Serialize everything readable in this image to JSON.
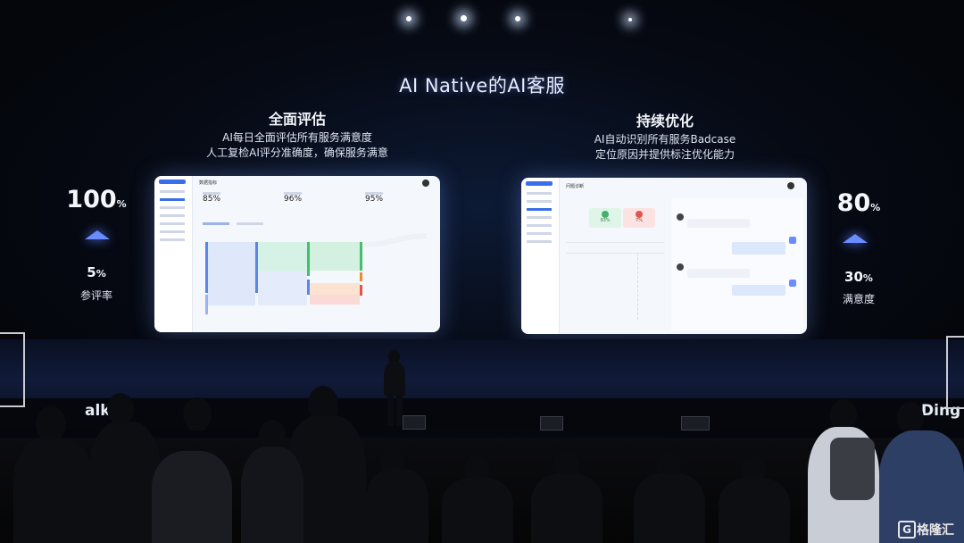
{
  "slide": {
    "title": "AI Native的AI客服",
    "left_section": {
      "heading": "全面评估",
      "desc_line1": "AI每日全面评估所有服务满意度",
      "desc_line2": "人工复检AI评分准确度，确保服务满意"
    },
    "right_section": {
      "heading": "持续优化",
      "desc_line1": "AI自动识别所有服务Badcase",
      "desc_line2": "定位原因并提供标注优化能力"
    },
    "left_metrics": {
      "big_value": "100",
      "big_unit": "%",
      "small_value": "5",
      "small_unit": "%",
      "small_label": "参评率"
    },
    "right_metrics": {
      "big_value": "80",
      "big_unit": "%",
      "small_value": "30",
      "small_unit": "%",
      "small_label": "满意度"
    },
    "left_screen": {
      "page_title": "数据指标",
      "stats": [
        {
          "value": "85%"
        },
        {
          "value": "96%"
        },
        {
          "value": "95%"
        }
      ]
    },
    "right_screen": {
      "page_title": "问题诊断",
      "badges": [
        {
          "value": "93%",
          "color": "#3fb36b"
        },
        {
          "value": "7%",
          "color": "#e0554d"
        }
      ]
    }
  },
  "watermark": {
    "text": "格隆汇",
    "glyph": "G"
  },
  "stage_banner": {
    "left_text": "alk",
    "right_text": "Ding"
  },
  "colors": {
    "accent": "#6a8cff",
    "sankey_blue": "#5a86e8",
    "sankey_green": "#3fc26a",
    "sankey_orange": "#f08a2c",
    "sankey_red": "#e0554d"
  }
}
